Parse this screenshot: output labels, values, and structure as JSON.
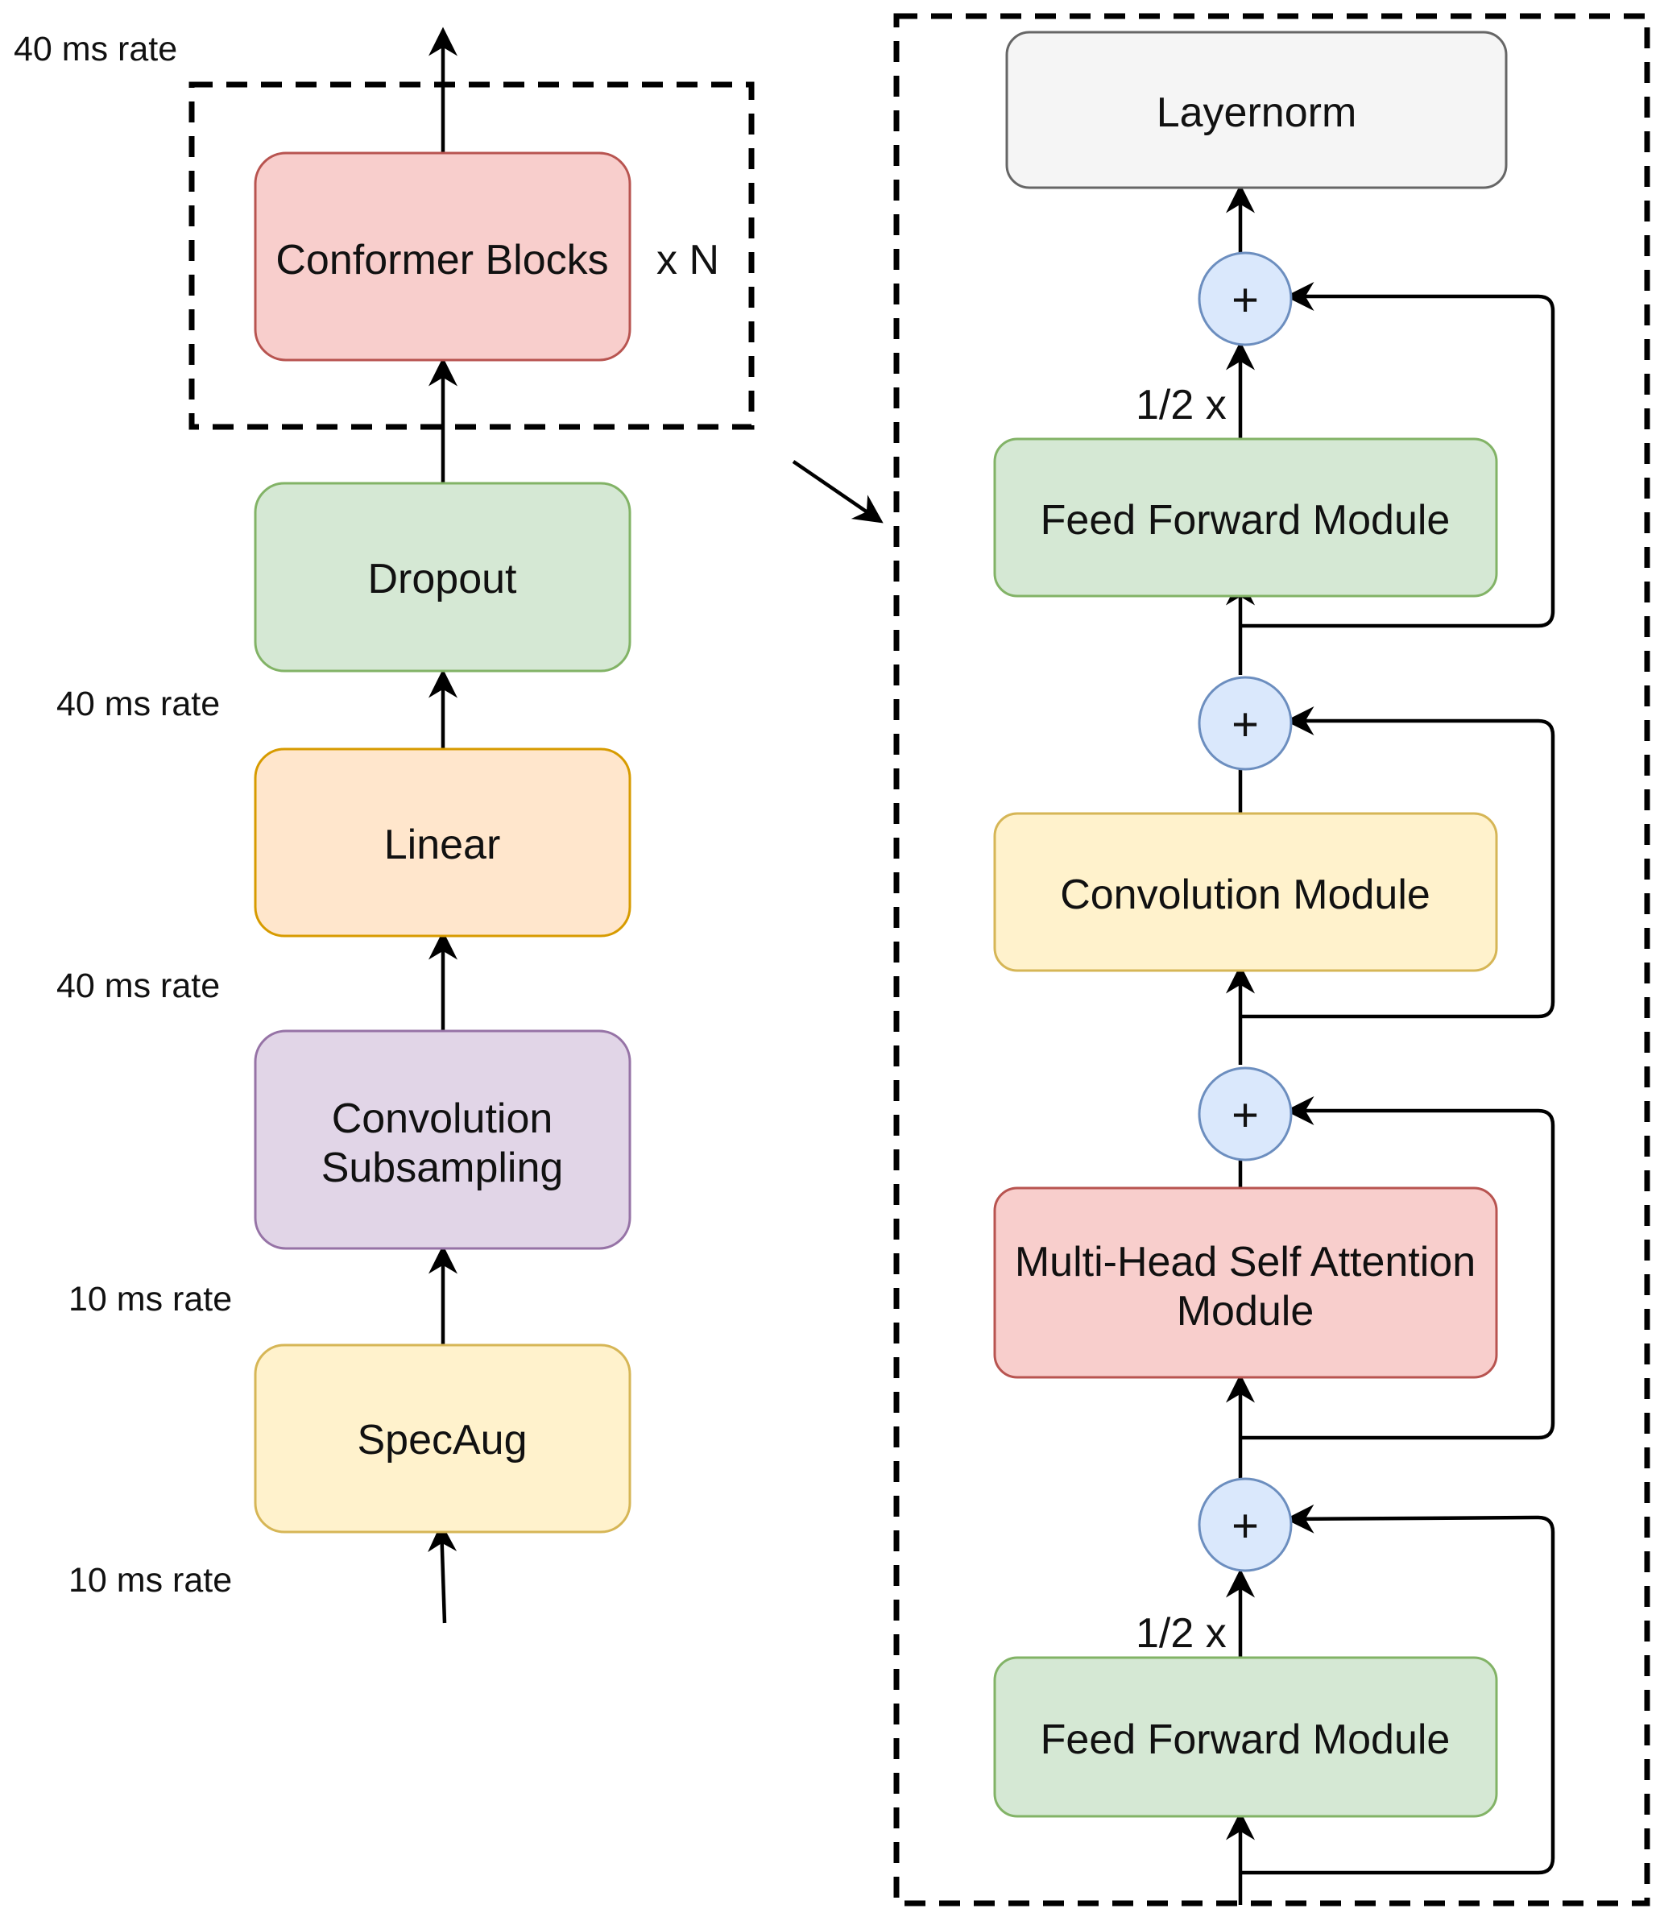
{
  "colors": {
    "red_fill": "#f8cecc",
    "red_stroke": "#b85450",
    "green_fill": "#d5e8d4",
    "green_stroke": "#82b366",
    "orange_fill": "#ffe6cc",
    "orange_stroke": "#d79b00",
    "purple_fill": "#e1d5e7",
    "purple_stroke": "#9673a6",
    "yellow_fill": "#fff2cc",
    "yellow_stroke": "#d6b656",
    "gray_fill": "#f5f5f5",
    "gray_stroke": "#666666",
    "blue_fill": "#dae8fc",
    "blue_stroke": "#6c8ebf"
  },
  "left": {
    "rate_top": "40 ms rate",
    "conformer_blocks": "Conformer Blocks",
    "repeat": "x N",
    "dropout": "Dropout",
    "rate_after_linear": "40 ms rate",
    "linear": "Linear",
    "rate_after_subsampling": "40 ms rate",
    "subsampling_line1": "Convolution",
    "subsampling_line2": "Subsampling",
    "rate_after_specaug": "10 ms rate",
    "specaug": "SpecAug",
    "rate_input": "10 ms rate"
  },
  "right": {
    "layernorm": "Layernorm",
    "plus": "+",
    "half_top": "1/2 x",
    "ffn_top": "Feed Forward Module",
    "conv_module": "Convolution Module",
    "mhsa_line1": "Multi-Head Self Attention",
    "mhsa_line2": "Module",
    "half_bottom": "1/2 x",
    "ffn_bottom": "Feed Forward Module"
  }
}
